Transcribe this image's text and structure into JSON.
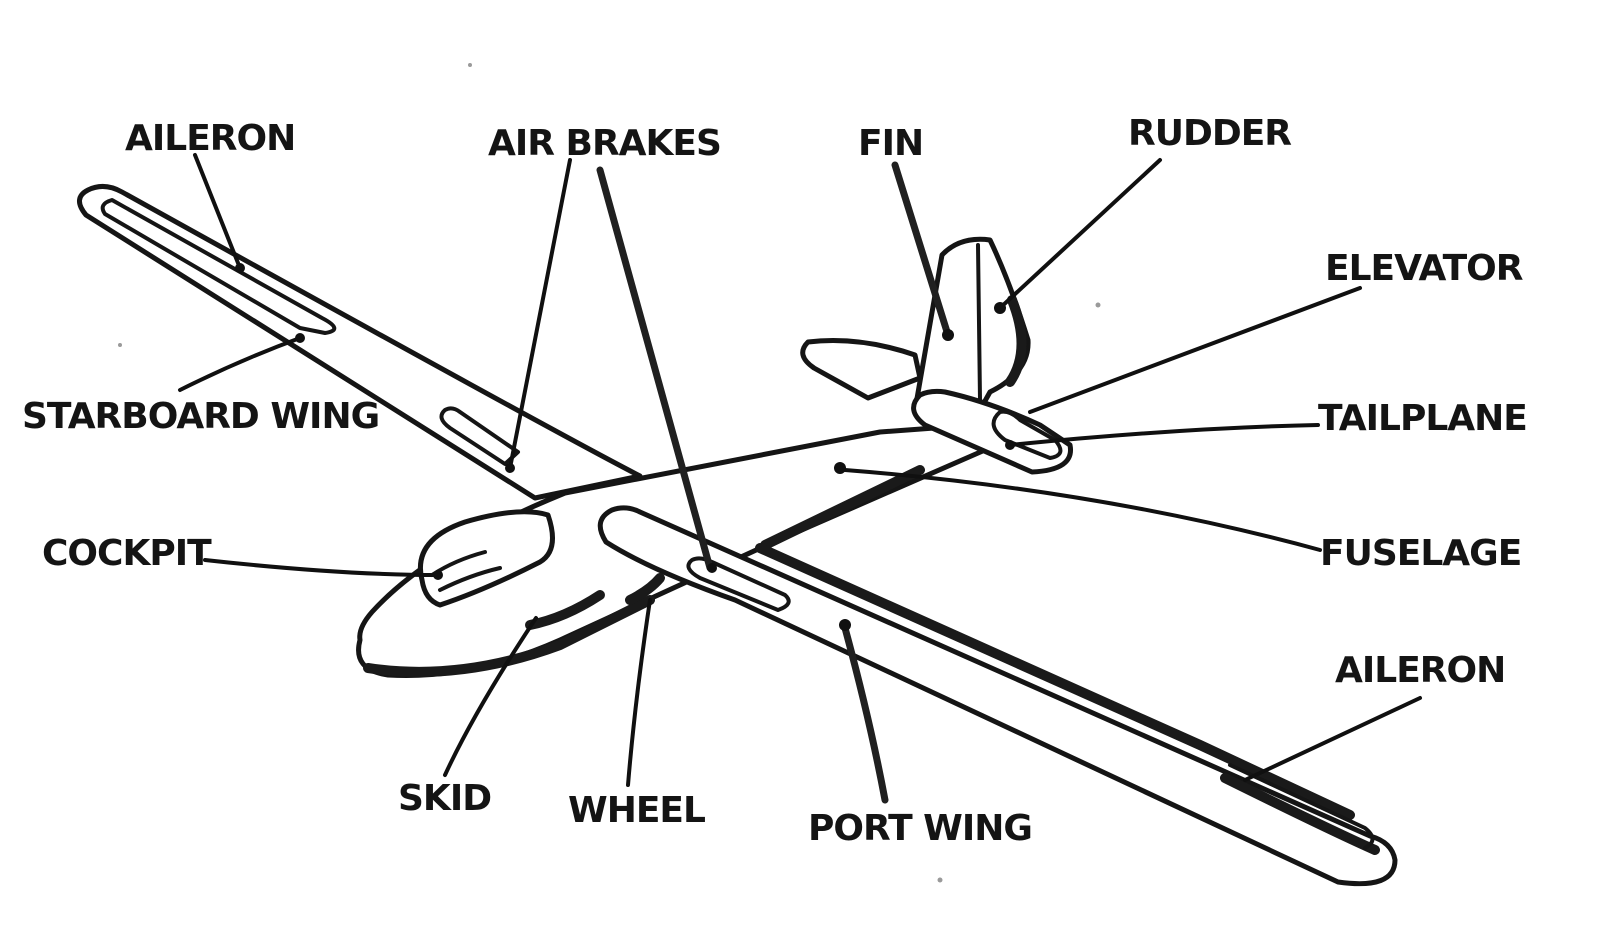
{
  "labels": {
    "aileron_starboard": "AILERON",
    "air_brakes": "AIR BRAKES",
    "fin": "FIN",
    "rudder": "RUDDER",
    "elevator": "ELEVATOR",
    "tailplane": "TAILPLANE",
    "fuselage": "FUSELAGE",
    "cockpit": "COCKPIT",
    "starboard_wing": "STARBOARD WING",
    "skid": "SKID",
    "wheel": "WHEEL",
    "port_wing": "PORT WING",
    "aileron_port": "AILERON"
  },
  "colors": {
    "ink": "#151515",
    "paper": "#ffffff"
  }
}
